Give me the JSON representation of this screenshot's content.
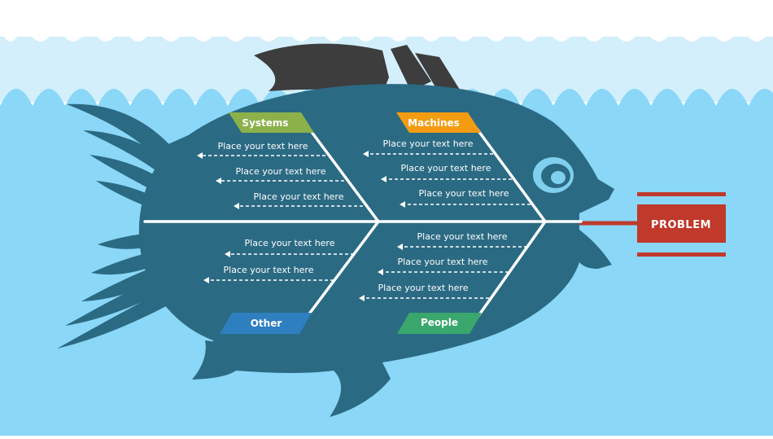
{
  "diagram": {
    "problem": "PROBLEM",
    "categories": {
      "systems": {
        "label": "Systems",
        "color": "#8cb14a"
      },
      "machines": {
        "label": "Machines",
        "color": "#f39c12"
      },
      "other": {
        "label": "Other",
        "color": "#2e7fbf"
      },
      "people": {
        "label": "People",
        "color": "#3aa76d"
      }
    },
    "causes": {
      "systems": [
        "Place your text here",
        "Place your text here",
        "Place your text here"
      ],
      "machines": [
        "Place your text here",
        "Place your text here",
        "Place your text here"
      ],
      "other": [
        "Place your text here",
        "Place your text here"
      ],
      "people": [
        "Place your text here",
        "Place your text here",
        "Place your text here"
      ]
    }
  },
  "colors": {
    "sky": "#ffffff",
    "wave_light": "#d3effb",
    "water": "#8ad7f7",
    "fish": "#2b6a83",
    "fin_dark": "#3d3d3d",
    "problem": "#c0392b",
    "eye_ring": "#7fd0ee",
    "eye_center": "#2b6a83"
  }
}
